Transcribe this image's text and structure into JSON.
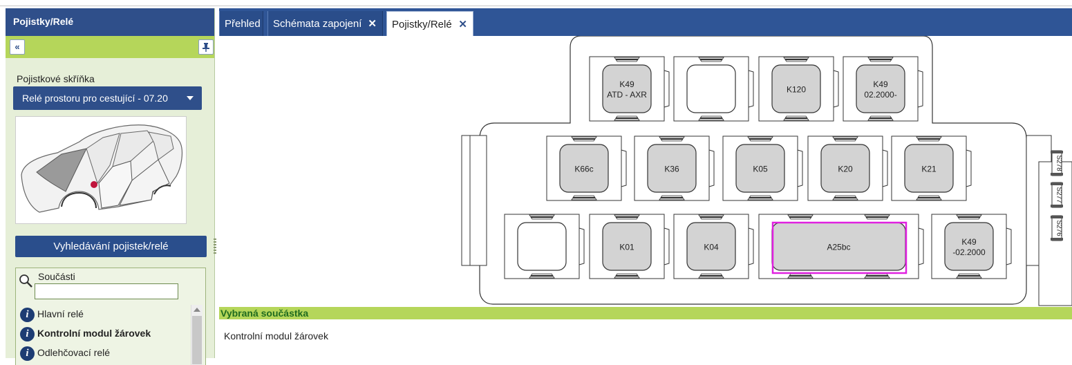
{
  "sidebar": {
    "title": "Pojistky/Relé",
    "collapse_icon": "double-chevron-left-icon",
    "pin_icon": "pin-icon",
    "fusebox_label": "Pojistkové skříňka",
    "fusebox_selected": "Relé prostoru pro cestující - 07.20",
    "search_button": "Vyhledávání pojistek/relé",
    "parts": {
      "label": "Součásti",
      "search_value": "",
      "items": [
        {
          "label": "Hlavní relé",
          "bold": false
        },
        {
          "label": "Kontrolní modul žárovek",
          "bold": true
        },
        {
          "label": "Odlehčovací relé",
          "bold": false
        }
      ]
    }
  },
  "tabs": [
    {
      "label": "Přehled",
      "closable": false
    },
    {
      "label": "Schémata zapojení",
      "closable": true
    },
    {
      "label": "Pojistky/Relé",
      "closable": true,
      "active": true
    }
  ],
  "close_icon": "close-icon",
  "diagram": {
    "relays": [
      {
        "id": "r1",
        "lines": [
          "K49",
          "ATD - AXR"
        ]
      },
      {
        "id": "r2",
        "lines": [
          ""
        ]
      },
      {
        "id": "r3",
        "lines": [
          "K120"
        ]
      },
      {
        "id": "r4",
        "lines": [
          "K49",
          "02.2000-"
        ]
      },
      {
        "id": "r5",
        "lines": [
          "K66c"
        ]
      },
      {
        "id": "r6",
        "lines": [
          "K36"
        ]
      },
      {
        "id": "r7",
        "lines": [
          "K05"
        ]
      },
      {
        "id": "r8",
        "lines": [
          "K20"
        ]
      },
      {
        "id": "r9",
        "lines": [
          "K21"
        ]
      },
      {
        "id": "r10",
        "lines": [
          ""
        ]
      },
      {
        "id": "r11",
        "lines": [
          "K01"
        ]
      },
      {
        "id": "r12",
        "lines": [
          "K04"
        ]
      },
      {
        "id": "r13",
        "lines": [
          "A25bc"
        ],
        "selected": true
      },
      {
        "id": "r14",
        "lines": [
          "K49",
          "-02.2000"
        ]
      }
    ],
    "fuses": [
      "S278",
      "S277",
      "S276"
    ],
    "highlight_color": "#e020e0"
  },
  "selected_component": {
    "header": "Vybraná součástka",
    "value": "Kontrolní modul žárovek"
  }
}
